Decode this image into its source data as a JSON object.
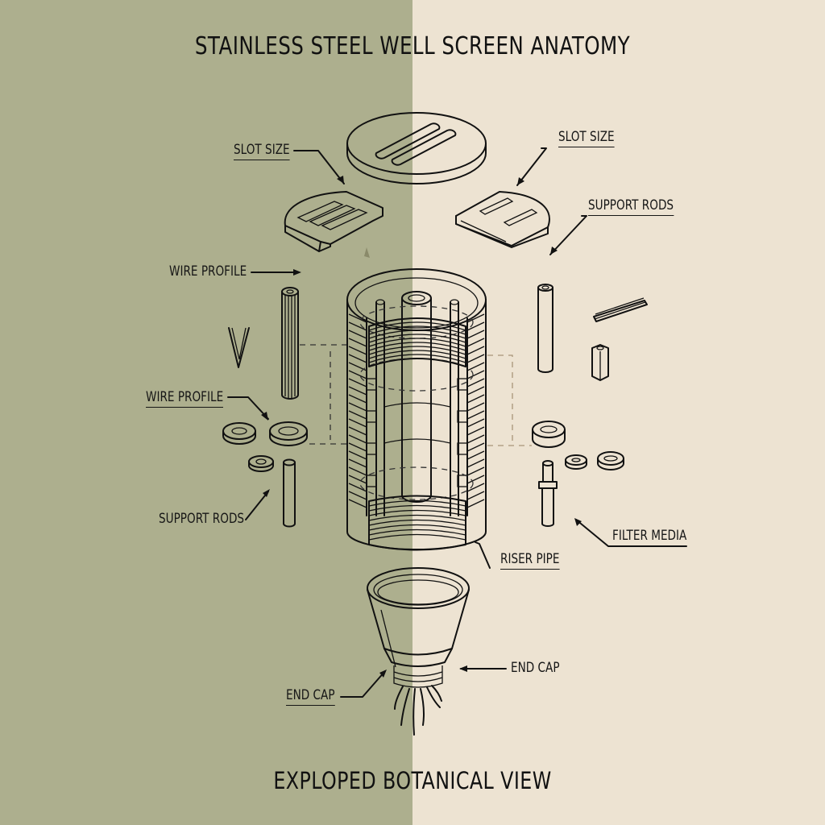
{
  "title": "STAINLESS STEEL WELL SCREEN ANATOMY",
  "subtitle": "EXPLOPED BOTANICAL VIEW",
  "colors": {
    "left_panel": "#adaf8e",
    "right_panel": "#ede3d2",
    "ink": "#111111"
  },
  "labels": {
    "slot_size_left": "SLOT SIZE",
    "slot_size_right": "SLOT SIZE",
    "support_rods_right": "SUPPORT RODS",
    "wire_profile_top": "WIRE PROFILE",
    "wire_profile_mid": "WIRE PROFILE",
    "support_rods_left": "SUPPORT RODS",
    "filter_media": "FILTER MEDIA",
    "riser_pipe": "RISER PIPE",
    "end_cap_right": "END CAP",
    "end_cap_left": "END CAP"
  },
  "components": [
    "top-disc",
    "slotted-cap-left",
    "slotted-cap-right",
    "v-wire",
    "fluted-rod",
    "well-screen-cylinder",
    "washers-left",
    "support-rod-left",
    "rod-right",
    "wire-bundle",
    "square-spacer",
    "washers-right",
    "stepped-pin",
    "end-cap-cone",
    "roots"
  ]
}
